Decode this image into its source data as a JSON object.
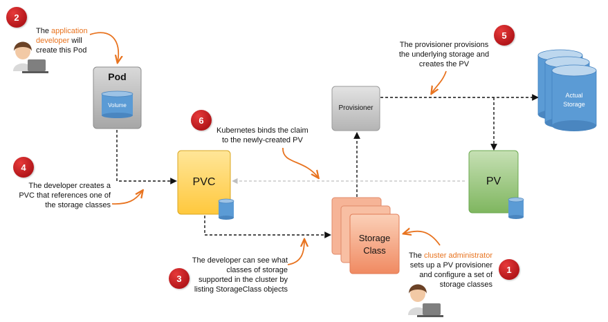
{
  "badges": [
    "1",
    "2",
    "3",
    "4",
    "5",
    "6"
  ],
  "nodes": {
    "pod": "Pod",
    "volume": "Volume",
    "provisioner": "Provisioner",
    "actual_storage_line1": "Actual",
    "actual_storage_line2": "Storage",
    "pvc": "PVC",
    "pv": "PV",
    "storage_class_line1": "Storage",
    "storage_class_line2": "Class"
  },
  "notes": {
    "step2_prefix": "The ",
    "step2_highlight_line1": "application",
    "step2_highlight_line2": "developer",
    "step2_suffix_line2": " will",
    "step2_line3": "create this Pod",
    "step5_line1": "The provisioner provisions",
    "step5_line2": "the underlying storage and",
    "step5_line3": "creates the PV",
    "step6_line1": "Kubernetes binds the claim",
    "step6_line2": "to the newly-created PV",
    "step4_line1": "The developer creates a",
    "step4_line2": "PVC that references one of",
    "step4_line3": "the storage classes",
    "step3_line1": "The developer can see what",
    "step3_line2": "classes of storage",
    "step3_line3": "supported in the cluster by",
    "step3_line4": "listing StorageClass objects",
    "step1_prefix": "The ",
    "step1_highlight": "cluster administrator",
    "step1_line2": "sets up a PV provisioner",
    "step1_line3": "and configure a set of",
    "step1_line4": "storage classes"
  },
  "colors": {
    "badge": "#c0181c",
    "accent_orange": "#e8731f",
    "pod_fill": "#bfbfbf",
    "pvc_fill": "#ffd966",
    "pv_fill": "#93c47d",
    "storage_class_fill": "#f4a582",
    "cylinder_blue": "#5b9bd5"
  }
}
